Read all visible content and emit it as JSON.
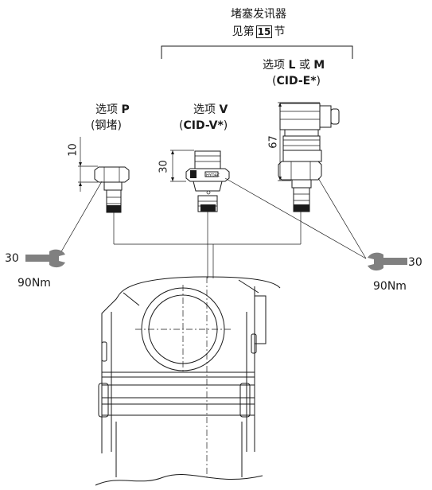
{
  "header": {
    "line1": "堵塞发讯器",
    "line2_prefix": "见第",
    "line2_box": "15",
    "line2_suffix": "节"
  },
  "option_lm": {
    "prefix": "选项 ",
    "letter1": "L",
    "mid": " 或 ",
    "letter2": "M",
    "paren_open": "(",
    "code": "CID-E*",
    "paren_close": ")"
  },
  "option_p": {
    "prefix": "选项 ",
    "letter": "P",
    "sub": "(钢堵)"
  },
  "option_v": {
    "prefix": "选项 ",
    "letter": "V",
    "paren_open": "(",
    "code": "CID-V*",
    "paren_close": ")"
  },
  "dimensions": {
    "p_height": "10",
    "v_height": "30",
    "e_height": "67"
  },
  "wrench_left": {
    "size": "30",
    "torque": "90Nm"
  },
  "wrench_right": {
    "size": "30",
    "torque": "90Nm"
  },
  "stamp": "HYDAC"
}
